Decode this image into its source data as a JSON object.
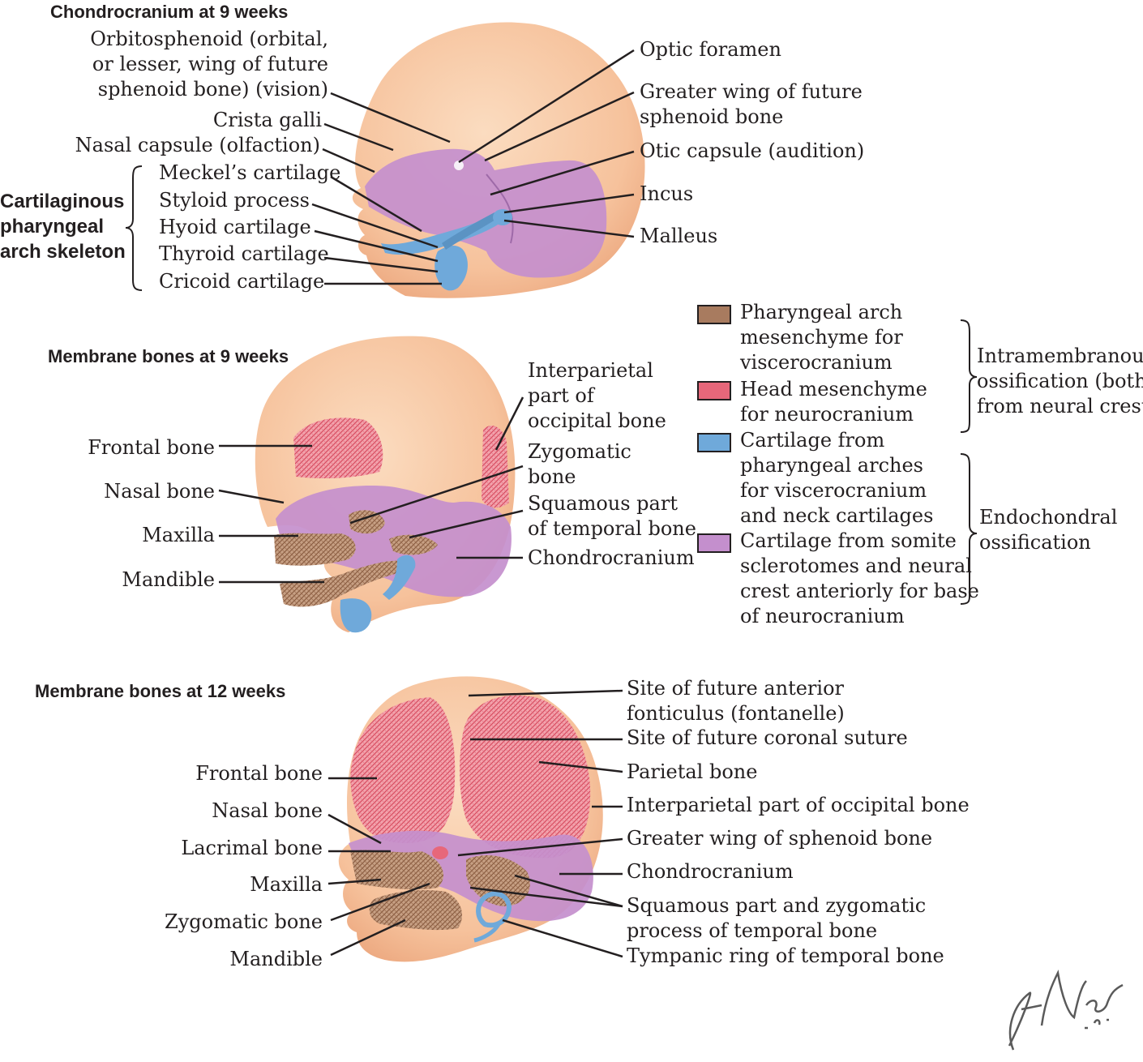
{
  "panel1": {
    "title": "Chondrocranium at 9 weeks",
    "labels": {
      "orbitosphenoid": "Orbitosphenoid (orbital,\nor lesser, wing of future\nsphenoid bone) (vision)",
      "crista_galli": "Crista galli",
      "nasal_capsule": "Nasal capsule (olfaction)",
      "meckels": "Meckel’s cartilage",
      "styloid": "Styloid process",
      "hyoid": "Hyoid cartilage",
      "thyroid": "Thyroid cartilage",
      "cricoid": "Cricoid cartilage",
      "optic_foramen": "Optic foramen",
      "greater_wing": "Greater wing of future\nsphenoid bone",
      "otic_capsule": "Otic capsule (audition)",
      "incus": "Incus",
      "malleus": "Malleus"
    },
    "group_label": "Cartilaginous\npharyngeal\narch skeleton"
  },
  "panel2": {
    "title": "Membrane bones at 9 weeks",
    "labels": {
      "frontal": "Frontal bone",
      "nasal": "Nasal bone",
      "maxilla": "Maxilla",
      "mandible": "Mandible",
      "interparietal": "Interparietal\npart of\noccipital bone",
      "zygomatic": "Zygomatic\nbone",
      "squamous": "Squamous part\nof temporal bone",
      "chondrocranium": "Chondrocranium"
    }
  },
  "legend": {
    "items": [
      {
        "text": "Pharyngeal arch\nmesenchyme for\nviscerocranium",
        "color": "#a87b5f"
      },
      {
        "text": "Head mesenchyme\nfor neurocranium",
        "color": "#e7677a"
      },
      {
        "text": "Cartilage from\npharyngeal arches\nfor viscerocranium\nand neck cartilages",
        "color": "#6fa9da"
      },
      {
        "text": "Cartilage from somite\nsclerotomes and neural\ncrest anteriorly for base\nof neurocranium",
        "color": "#c48fcd"
      }
    ],
    "group_intramembranous": "Intramembranous\nossification (both\nfrom neural crest)",
    "group_endochondral": "Endochondral\nossification"
  },
  "panel3": {
    "title": "Membrane bones at 12 weeks",
    "labels": {
      "frontal": "Frontal bone",
      "nasal": "Nasal bone",
      "lacrimal": "Lacrimal bone",
      "maxilla": "Maxilla",
      "zygomatic": "Zygomatic bone",
      "mandible": "Mandible",
      "anterior_fonticulus": "Site of future anterior\nfonticulus (fontanelle)",
      "coronal_suture": "Site of future coronal suture",
      "parietal": "Parietal bone",
      "interparietal": "Interparietal part of occipital bone",
      "greater_wing": "Greater wing of sphenoid bone",
      "chondrocranium": "Chondrocranium",
      "squamous": "Squamous part and zygomatic\nprocess of temporal bone",
      "tympanic": "Tympanic ring of temporal bone"
    }
  },
  "colors": {
    "skin": "#f7c9a4",
    "skin_shade": "#eeae85",
    "cartilage_purple": "#c48fcd",
    "cartilage_blue": "#6fa9da",
    "membrane_red": "#e7677a",
    "mesenchyme_brown": "#a87b5f"
  }
}
